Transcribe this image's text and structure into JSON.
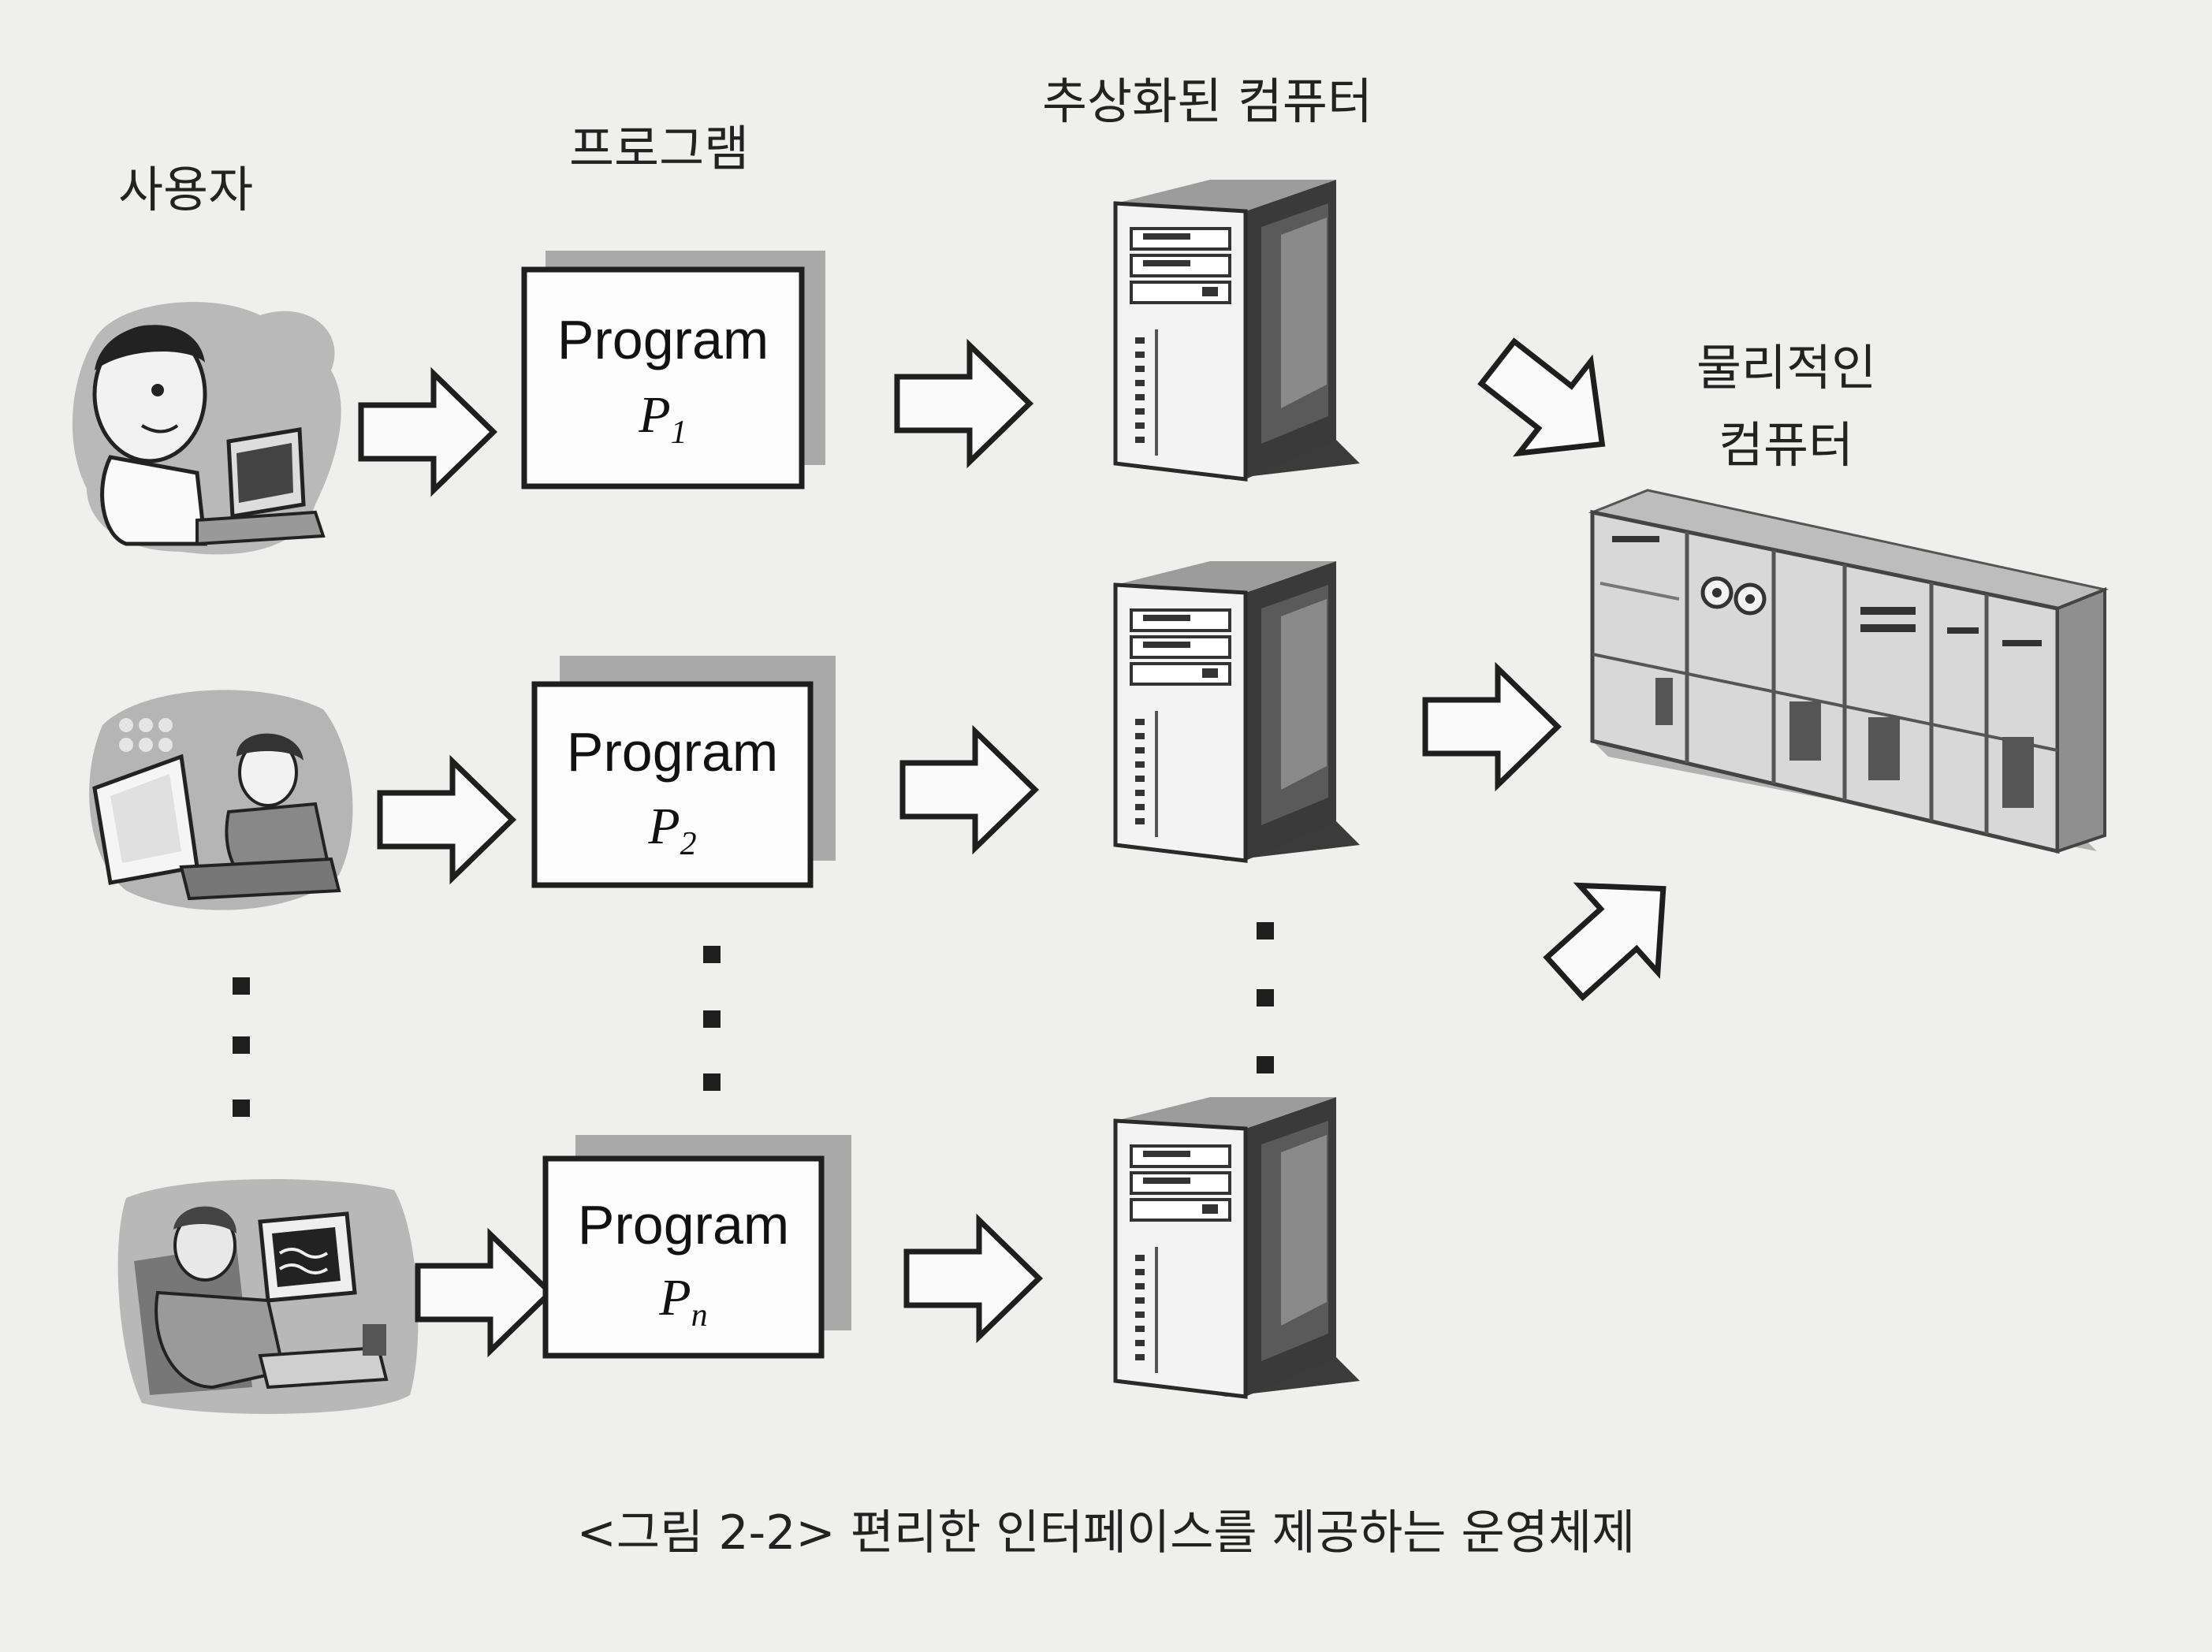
{
  "labels": {
    "user": "사용자",
    "program": "프로그램",
    "abstract_computer": "추상화된 컴퓨터",
    "physical_computer_line1": "물리적인",
    "physical_computer_line2": "컴퓨터"
  },
  "programs": [
    {
      "title": "Program",
      "var": "P",
      "sub": "1"
    },
    {
      "title": "Program",
      "var": "P",
      "sub": "2"
    },
    {
      "title": "Program",
      "var": "P",
      "sub": "n"
    }
  ],
  "caption": "<그림 2-2> 편리한 인터페이스를 제공하는 운영체제",
  "colors": {
    "background": "#efefed",
    "ink": "#1e1e1e",
    "program_shadow": "#a9a9a9",
    "tower_dark": "#3a3a3a",
    "mainframe_light": "#d4d4d4"
  }
}
